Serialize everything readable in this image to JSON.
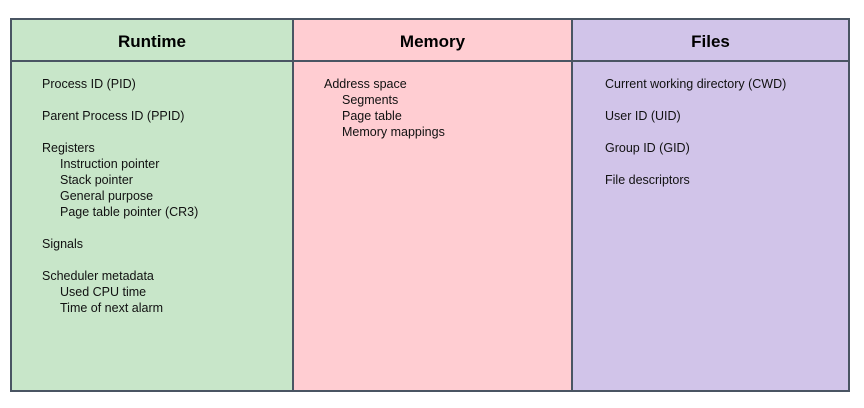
{
  "colors": {
    "border": "#4a5563",
    "runtime_fill": "#c8e6c9",
    "memory_fill": "#ffcdd2",
    "files_fill": "#d1c4e9"
  },
  "columns": [
    {
      "title": "Runtime",
      "groups": [
        {
          "label": "Process ID (PID)",
          "items": []
        },
        {
          "label": "Parent Process ID (PPID)",
          "items": []
        },
        {
          "label": "Registers",
          "items": [
            "Instruction pointer",
            "Stack pointer",
            "General purpose",
            "Page table pointer (CR3)"
          ]
        },
        {
          "label": "Signals",
          "items": []
        },
        {
          "label": "Scheduler metadata",
          "items": [
            "Used CPU time",
            "Time of next alarm"
          ]
        }
      ]
    },
    {
      "title": "Memory",
      "groups": [
        {
          "label": "Address space",
          "items": [
            "Segments",
            "Page table",
            "Memory mappings"
          ]
        }
      ]
    },
    {
      "title": "Files",
      "groups": [
        {
          "label": "Current working directory (CWD)",
          "items": []
        },
        {
          "label": "User ID (UID)",
          "items": []
        },
        {
          "label": "Group ID (GID)",
          "items": []
        },
        {
          "label": "File descriptors",
          "items": []
        }
      ]
    }
  ]
}
